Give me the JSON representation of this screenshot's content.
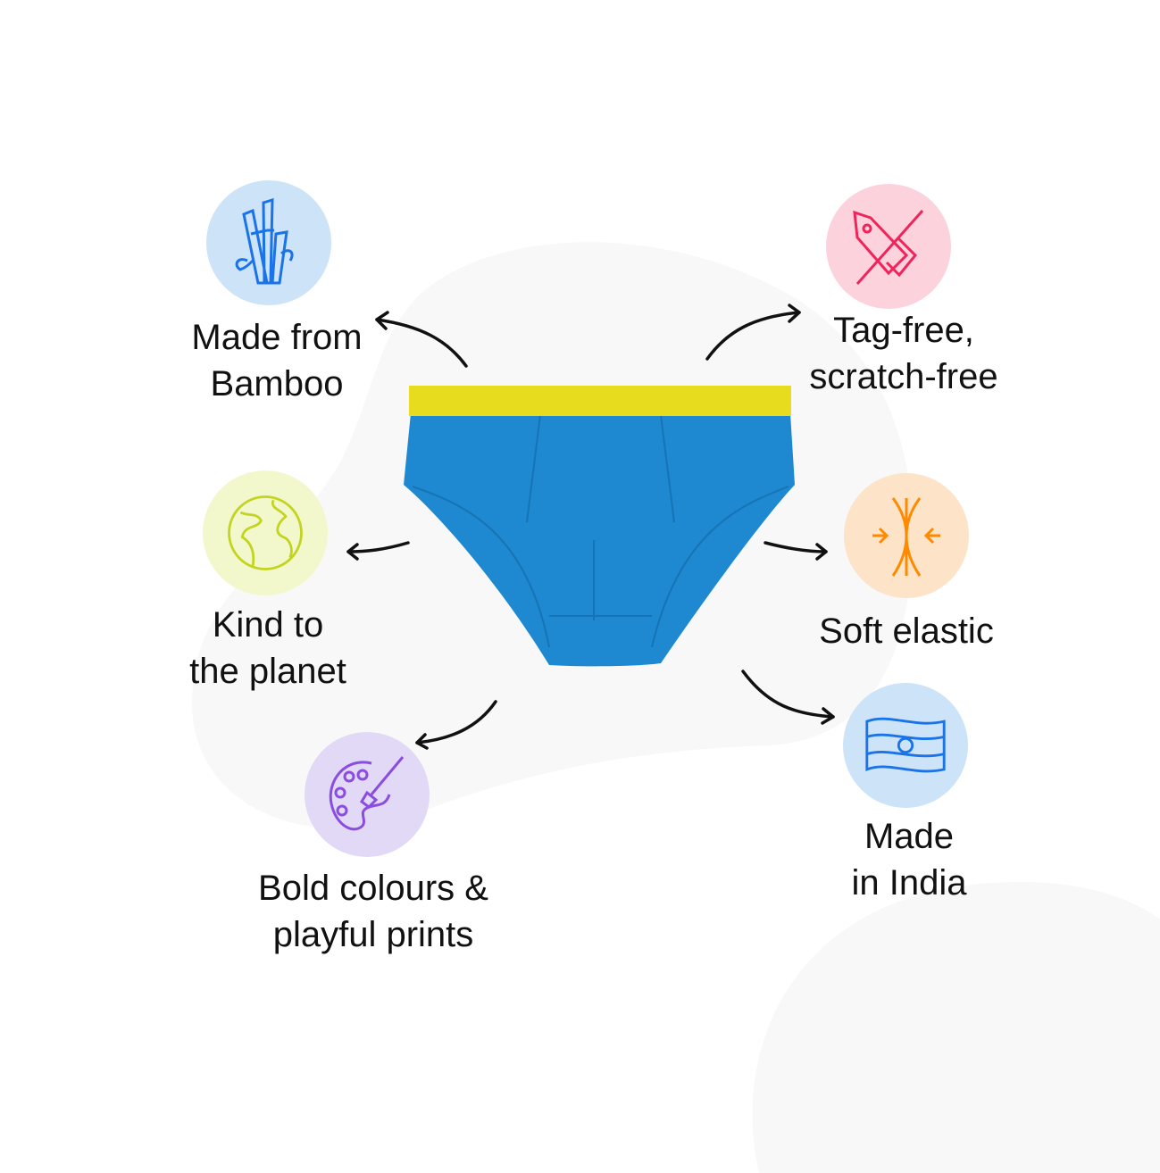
{
  "features": [
    {
      "id": "bamboo",
      "line1": "Made from",
      "line2": "Bamboo",
      "icon": "bamboo-icon",
      "bg": "#cde3f8",
      "color": "#1a73e8"
    },
    {
      "id": "tag-free",
      "line1": "Tag-free,",
      "line2": "scratch-free",
      "icon": "no-tag-icon",
      "bg": "#fcd3dc",
      "color": "#f0245a"
    },
    {
      "id": "planet",
      "line1": "Kind to",
      "line2": "the planet",
      "icon": "globe-icon",
      "bg": "#f3f7cc",
      "color": "#c2d420"
    },
    {
      "id": "elastic",
      "line1": "Soft elastic",
      "icon": "compress-icon",
      "bg": "#fde3c8",
      "color": "#ff8a00"
    },
    {
      "id": "colours",
      "line1": "Bold colours &",
      "line2": "playful prints",
      "icon": "palette-icon",
      "bg": "#e2d9f6",
      "color": "#8a4de0"
    },
    {
      "id": "india",
      "line1": "Made",
      "line2": "in India",
      "icon": "india-flag-icon",
      "bg": "#cde3f8",
      "color": "#1a73e8"
    }
  ],
  "product": {
    "body_color": "#1e88d0",
    "waistband_color": "#e8dc1e"
  }
}
